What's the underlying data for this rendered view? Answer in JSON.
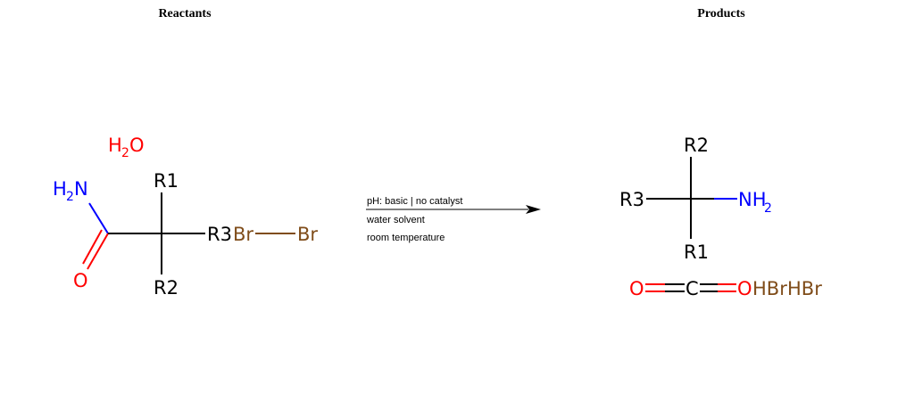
{
  "titles": {
    "reactants": "Reactants",
    "products": "Products"
  },
  "conditions": [
    "pH: basic | no catalyst",
    "water solvent",
    "room temperature"
  ],
  "colors": {
    "bond": "#000000",
    "oxygen": "#ff0000",
    "nitrogen": "#0000ff",
    "bromine": "#7f4c19",
    "carbon": "#000000"
  },
  "reactants": {
    "water": {
      "h": "H",
      "sub": "2",
      "o": "O"
    },
    "amide": {
      "h": "H",
      "sub": "2",
      "n": "N",
      "o": "O",
      "r1": "R1",
      "r2": "R2",
      "r3": "R3"
    },
    "bromine": {
      "br1": "Br",
      "br2": "Br"
    }
  },
  "products": {
    "amine": {
      "r1": "R1",
      "r2": "R2",
      "r3": "R3",
      "nh": "NH",
      "sub": "2"
    },
    "co2": {
      "o1": "O",
      "c": "C",
      "o2": "O"
    },
    "hbr": [
      "HBr",
      "HBr"
    ]
  }
}
